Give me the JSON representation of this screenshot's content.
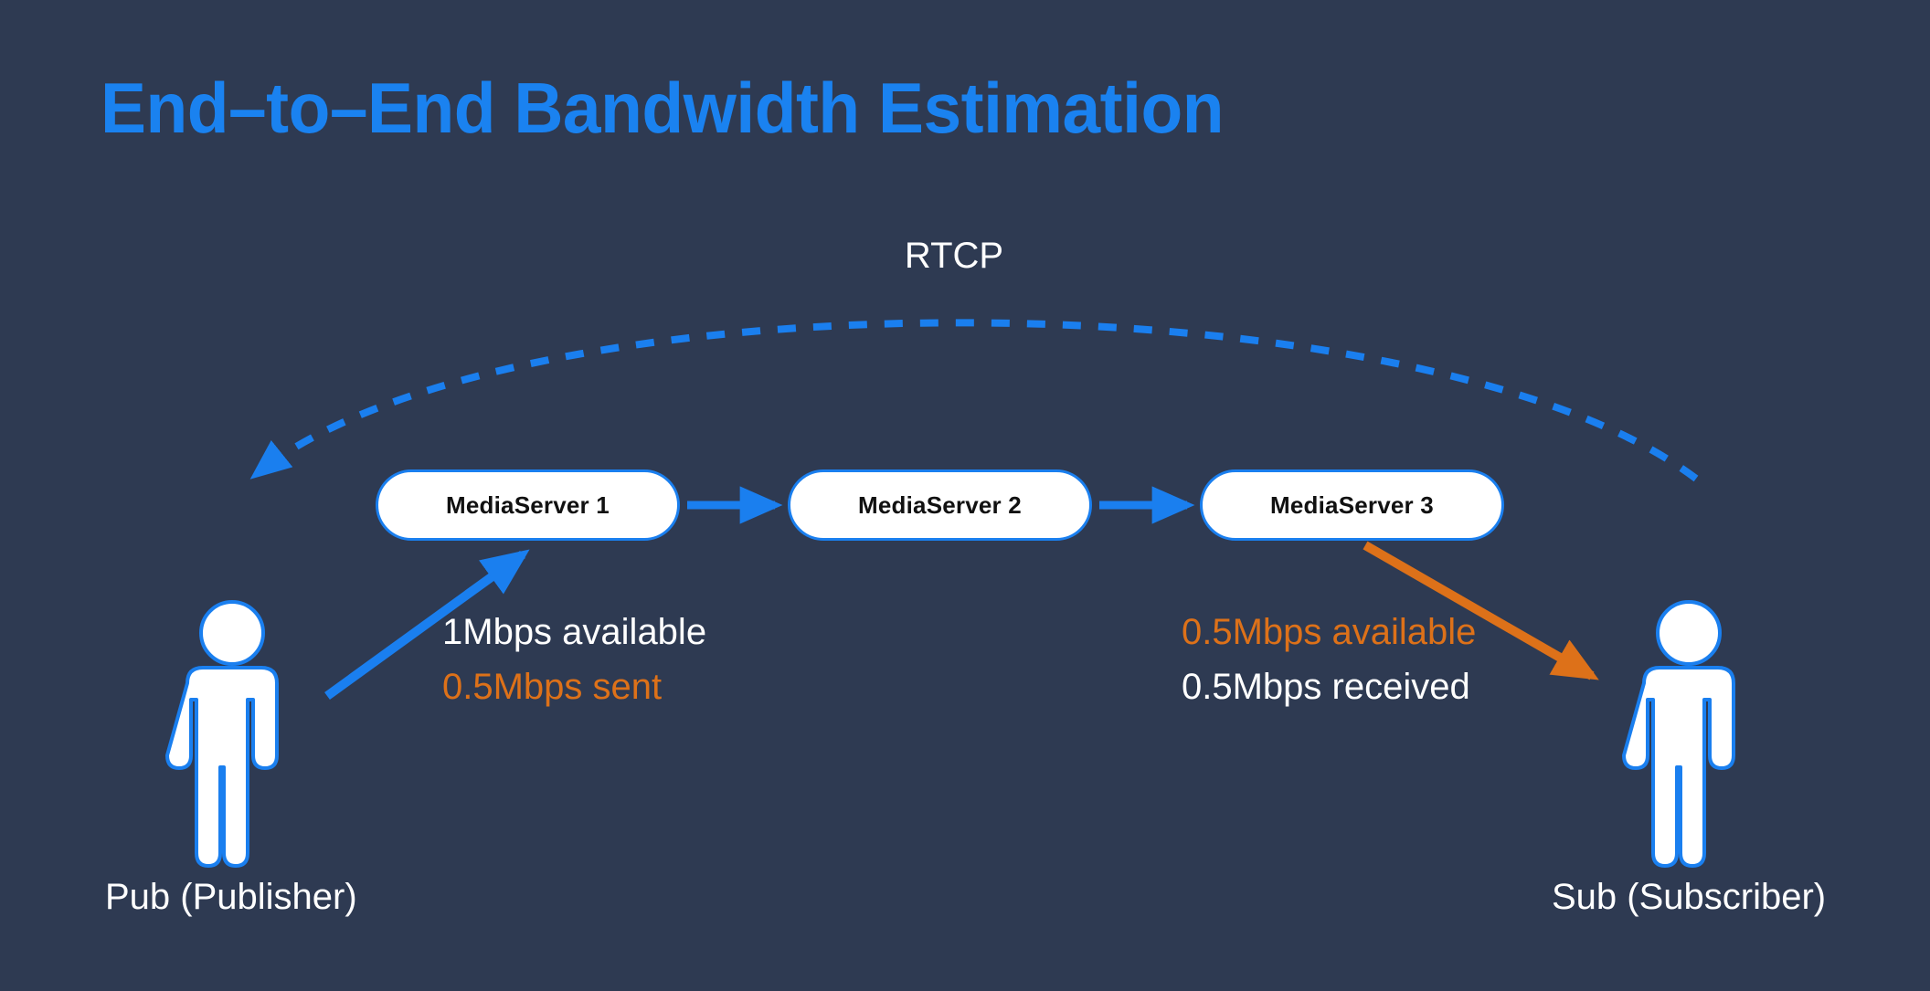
{
  "slide": {
    "title": "End–to–End Bandwidth Estimation",
    "background_color": "#2e3a52",
    "title_color": "#1a82f0",
    "accent_blue": "#1a7fef",
    "accent_orange": "#dd7119",
    "text_white": "#ffffff"
  },
  "rtcp": {
    "label": "RTCP",
    "arc_style": "dashed",
    "arc_color": "#1a7fef",
    "arc_direction": "right-to-left",
    "arrowhead": "left-end"
  },
  "servers": [
    {
      "label": "MediaServer 1"
    },
    {
      "label": "MediaServer 2"
    },
    {
      "label": "MediaServer 3"
    }
  ],
  "endpoints": {
    "publisher": {
      "caption": "Pub (Publisher)",
      "icon": "person-icon"
    },
    "subscriber": {
      "caption": "Sub (Subscriber)",
      "icon": "person-icon"
    }
  },
  "annotations": {
    "left": {
      "line1": "1Mbps available",
      "line1_color": "#ffffff",
      "line2": "0.5Mbps sent",
      "line2_color": "#dd7119"
    },
    "right": {
      "line1": "0.5Mbps available",
      "line1_color": "#dd7119",
      "line2": "0.5Mbps received",
      "line2_color": "#ffffff"
    }
  },
  "flows": {
    "uplink": {
      "name": "publisher-to-server1-arrow",
      "color": "#1a7fef"
    },
    "hop_1_2": {
      "name": "server1-to-server2-arrow",
      "color": "#1a7fef"
    },
    "hop_2_3": {
      "name": "server2-to-server3-arrow",
      "color": "#1a7fef"
    },
    "downlink": {
      "name": "server3-to-subscriber-arrow",
      "color": "#dd7119"
    }
  }
}
